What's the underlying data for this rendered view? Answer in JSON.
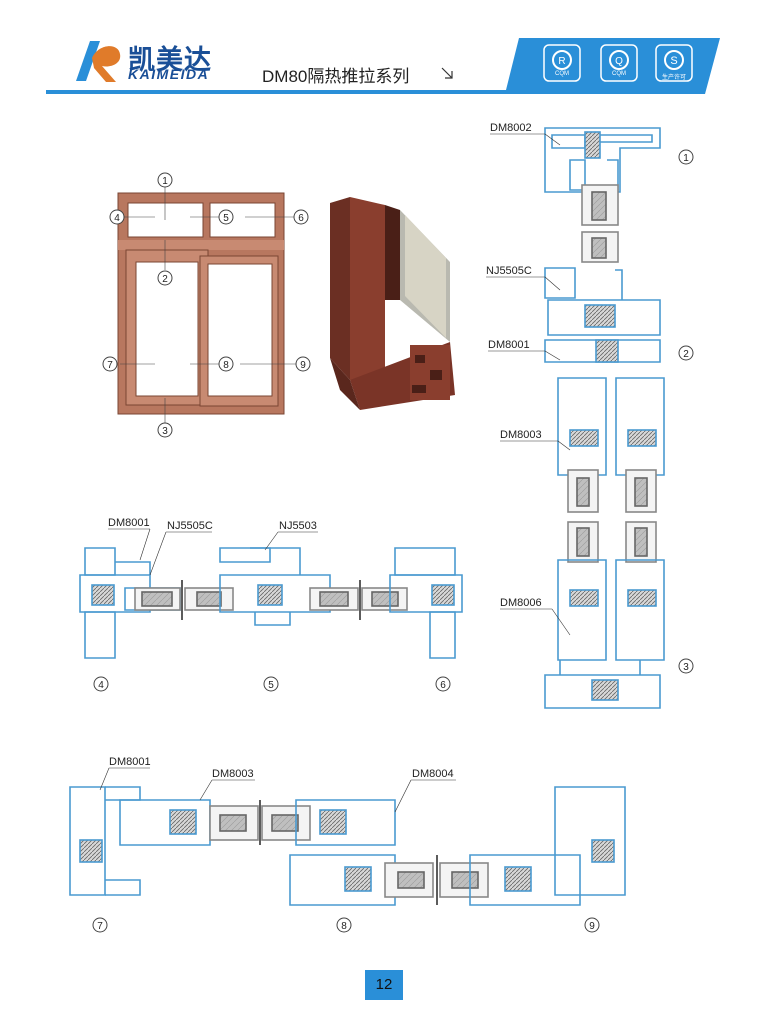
{
  "header": {
    "brand_cn": "凯美达",
    "brand_en": "KAIMEIDA",
    "series_title": "DM80隔热推拉系列",
    "arrow_icon": "arrow-down-right-icon",
    "certifications": [
      {
        "icon": "rcqm-cert-icon",
        "label": "CQM"
      },
      {
        "icon": "qcqm-cert-icon",
        "label": "CQM"
      },
      {
        "icon": "production-license-icon",
        "label": "生产许可"
      }
    ],
    "accent_color": "#2a8fd8",
    "brand_color": "#1a4f97"
  },
  "window_elevation": {
    "callouts": [
      "1",
      "2",
      "3",
      "4",
      "5",
      "6",
      "7",
      "8",
      "9"
    ],
    "frame_color": "#b8775f"
  },
  "vertical_section": {
    "labels": [
      "DM8002",
      "NJ5505C",
      "DM8001",
      "DM8003",
      "DM8006"
    ],
    "callouts": [
      "1",
      "2",
      "3"
    ]
  },
  "horizontal_section_top": {
    "labels": [
      "DM8001",
      "NJ5505C",
      "NJ5503"
    ],
    "callouts": [
      "4",
      "5",
      "6"
    ]
  },
  "horizontal_section_bottom": {
    "labels": [
      "DM8001",
      "DM8003",
      "DM8004"
    ],
    "callouts": [
      "7",
      "8",
      "9"
    ]
  },
  "page_number": "12"
}
